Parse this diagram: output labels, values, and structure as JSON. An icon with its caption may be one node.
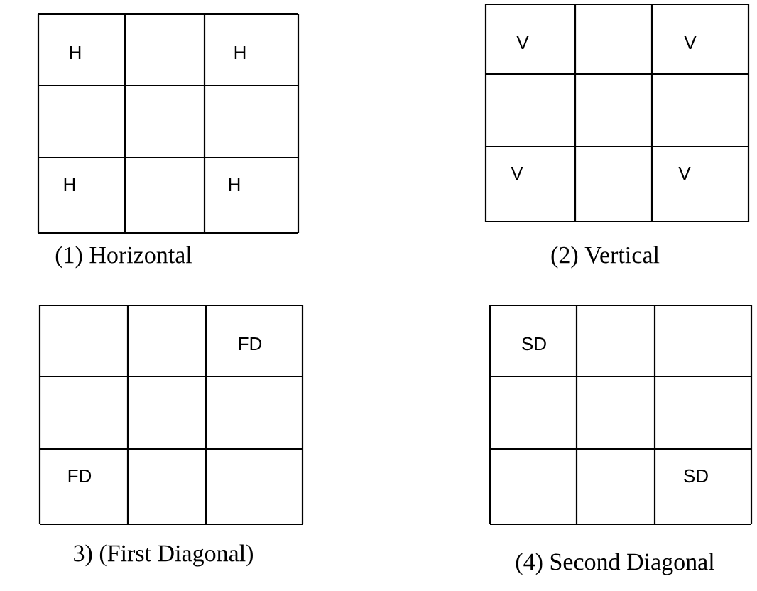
{
  "diagram": {
    "labels": [
      "H",
      "H",
      "H",
      "H",
      "(1) Horizontal",
      "V",
      "V",
      "V",
      "V",
      "(2) Vertical",
      "FD",
      "FD",
      "3) (First Diagonal)",
      "SD",
      "SD",
      "(4) Second Diagonal"
    ]
  }
}
